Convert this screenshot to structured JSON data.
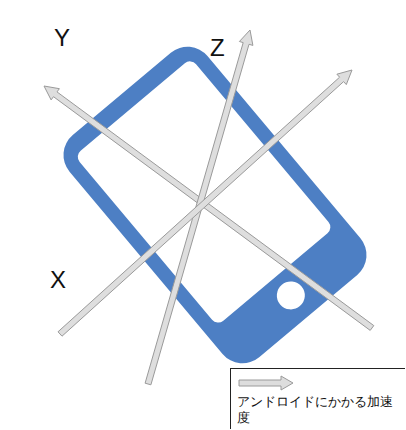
{
  "diagram": {
    "labels": [
      "Y",
      "Z",
      "X"
    ],
    "legend": [
      {
        "text": "アンドロイドにかかる加速度"
      }
    ]
  }
}
